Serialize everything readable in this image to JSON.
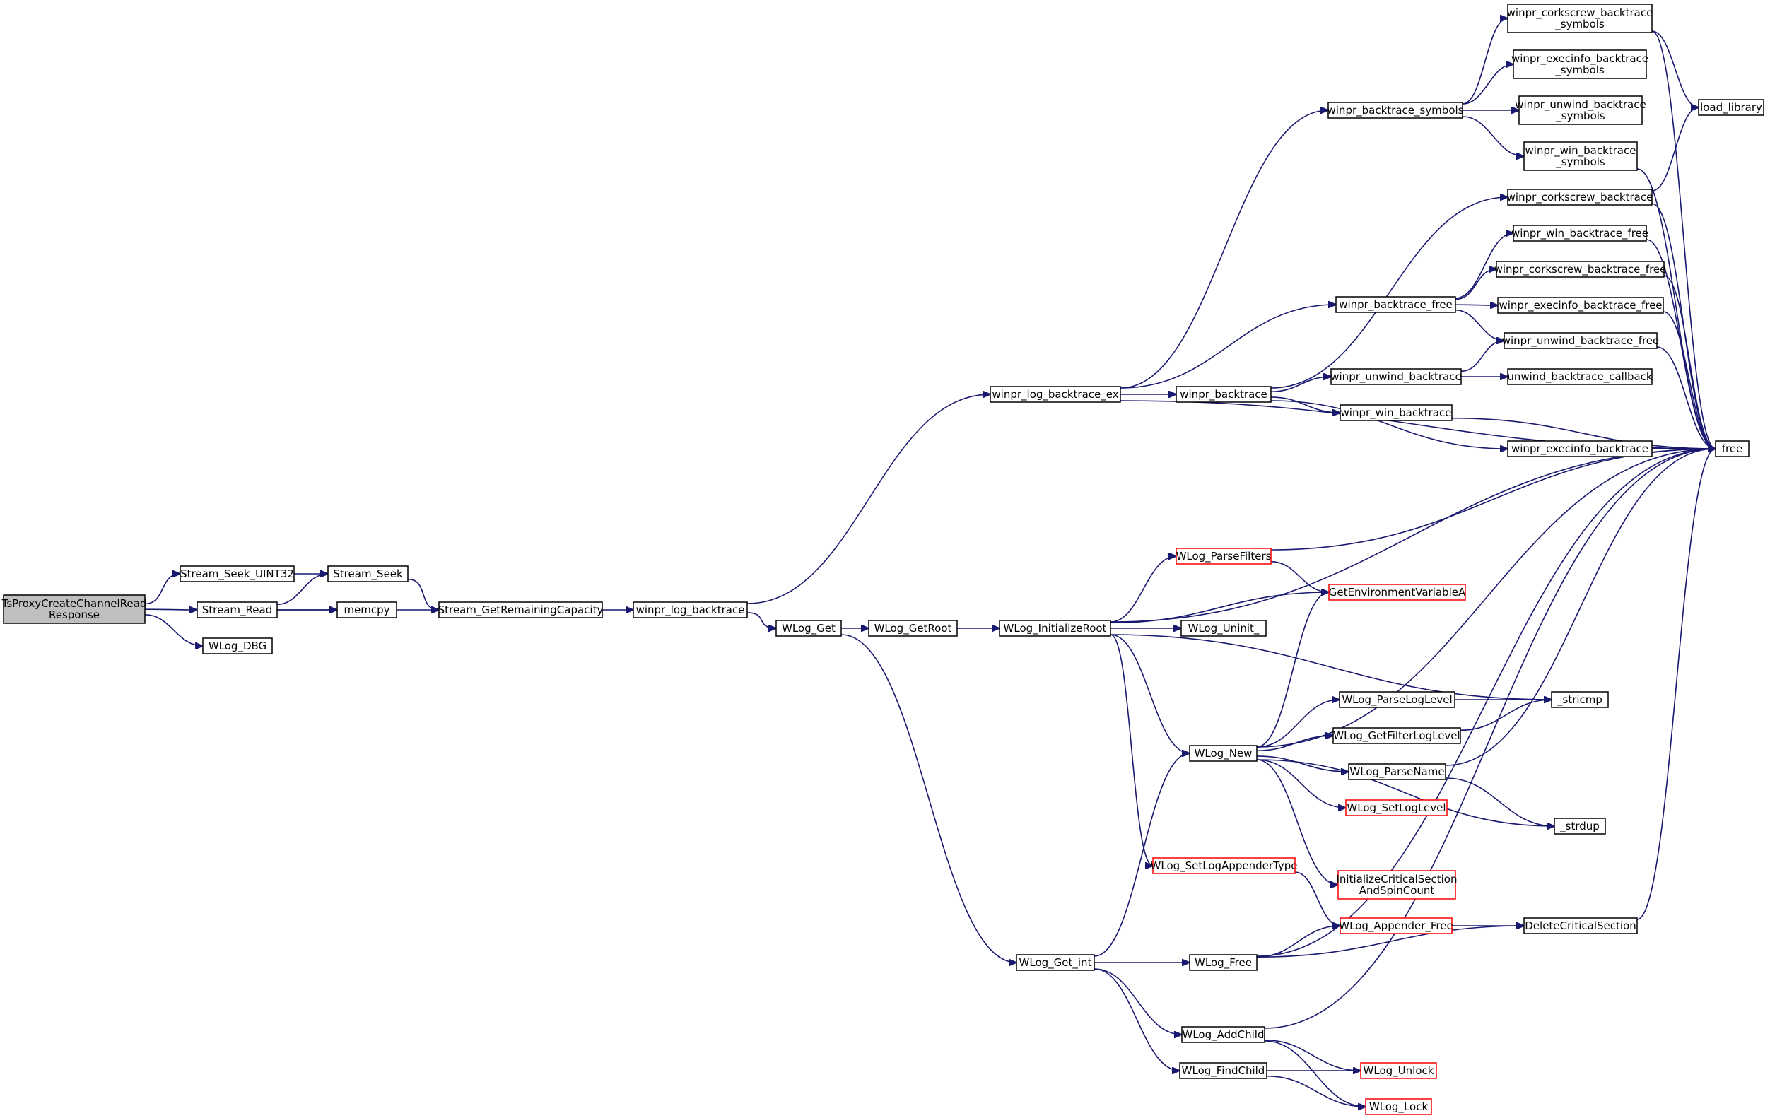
{
  "diagram": {
    "nodes": [
      {
        "id": "root",
        "lines": [
          "TsProxyCreateChannelRead",
          "Response"
        ],
        "style": "root"
      },
      {
        "id": "stream_seek_uint32",
        "lines": [
          "Stream_Seek_UINT32"
        ],
        "style": "normal"
      },
      {
        "id": "stream_read",
        "lines": [
          "Stream_Read"
        ],
        "style": "normal"
      },
      {
        "id": "wlog_dbg",
        "lines": [
          "WLog_DBG"
        ],
        "style": "normal"
      },
      {
        "id": "stream_seek",
        "lines": [
          "Stream_Seek"
        ],
        "style": "normal"
      },
      {
        "id": "memcpy",
        "lines": [
          "memcpy"
        ],
        "style": "normal"
      },
      {
        "id": "stream_getremaining",
        "lines": [
          "Stream_GetRemainingCapacity"
        ],
        "style": "normal"
      },
      {
        "id": "winpr_log_backtrace",
        "lines": [
          "winpr_log_backtrace"
        ],
        "style": "normal"
      },
      {
        "id": "wlog_get",
        "lines": [
          "WLog_Get"
        ],
        "style": "normal"
      },
      {
        "id": "winpr_log_backtrace_ex",
        "lines": [
          "winpr_log_backtrace_ex"
        ],
        "style": "normal"
      },
      {
        "id": "wlog_getroot",
        "lines": [
          "WLog_GetRoot"
        ],
        "style": "normal"
      },
      {
        "id": "wlog_get_int",
        "lines": [
          "WLog_Get_int"
        ],
        "style": "normal"
      },
      {
        "id": "winpr_backtrace_symbols",
        "lines": [
          "winpr_backtrace_symbols"
        ],
        "style": "normal"
      },
      {
        "id": "winpr_backtrace",
        "lines": [
          "winpr_backtrace"
        ],
        "style": "normal"
      },
      {
        "id": "wlog_initializeroot",
        "lines": [
          "WLog_InitializeRoot"
        ],
        "style": "normal"
      },
      {
        "id": "winpr_corkscrew_backtrace_symbols",
        "lines": [
          "winpr_corkscrew_backtrace",
          "_symbols"
        ],
        "style": "normal"
      },
      {
        "id": "winpr_execinfo_backtrace_symbols",
        "lines": [
          "winpr_execinfo_backtrace",
          "_symbols"
        ],
        "style": "normal"
      },
      {
        "id": "winpr_unwind_backtrace_symbols",
        "lines": [
          "winpr_unwind_backtrace",
          "_symbols"
        ],
        "style": "normal"
      },
      {
        "id": "winpr_win_backtrace_symbols",
        "lines": [
          "winpr_win_backtrace",
          "_symbols"
        ],
        "style": "normal"
      },
      {
        "id": "winpr_corkscrew_backtrace",
        "lines": [
          "winpr_corkscrew_backtrace"
        ],
        "style": "normal"
      },
      {
        "id": "winpr_backtrace_free",
        "lines": [
          "winpr_backtrace_free"
        ],
        "style": "normal"
      },
      {
        "id": "winpr_win_backtrace_free",
        "lines": [
          "winpr_win_backtrace_free"
        ],
        "style": "normal"
      },
      {
        "id": "winpr_corkscrew_backtrace_free",
        "lines": [
          "winpr_corkscrew_backtrace_free"
        ],
        "style": "normal"
      },
      {
        "id": "winpr_execinfo_backtrace_free",
        "lines": [
          "winpr_execinfo_backtrace_free"
        ],
        "style": "normal"
      },
      {
        "id": "winpr_unwind_backtrace_free",
        "lines": [
          "winpr_unwind_backtrace_free"
        ],
        "style": "normal"
      },
      {
        "id": "winpr_unwind_backtrace",
        "lines": [
          "winpr_unwind_backtrace"
        ],
        "style": "normal"
      },
      {
        "id": "unwind_backtrace_callback",
        "lines": [
          "unwind_backtrace_callback"
        ],
        "style": "normal"
      },
      {
        "id": "winpr_win_backtrace",
        "lines": [
          "winpr_win_backtrace"
        ],
        "style": "normal"
      },
      {
        "id": "winpr_execinfo_backtrace",
        "lines": [
          "winpr_execinfo_backtrace"
        ],
        "style": "normal"
      },
      {
        "id": "load_library",
        "lines": [
          "load_library"
        ],
        "style": "normal"
      },
      {
        "id": "free",
        "lines": [
          "free"
        ],
        "style": "normal"
      },
      {
        "id": "wlog_parsefilters",
        "lines": [
          "WLog_ParseFilters"
        ],
        "style": "red"
      },
      {
        "id": "getenvironmentvariablea",
        "lines": [
          "GetEnvironmentVariableA"
        ],
        "style": "red"
      },
      {
        "id": "wlog_uninit",
        "lines": [
          "WLog_Uninit_"
        ],
        "style": "normal"
      },
      {
        "id": "wlog_new",
        "lines": [
          "WLog_New"
        ],
        "style": "normal"
      },
      {
        "id": "wlog_setlogappendertype",
        "lines": [
          "WLog_SetLogAppenderType"
        ],
        "style": "red"
      },
      {
        "id": "wlog_parseloglevel",
        "lines": [
          "WLog_ParseLogLevel"
        ],
        "style": "normal"
      },
      {
        "id": "wlog_getfilterloglevel",
        "lines": [
          "WLog_GetFilterLogLevel"
        ],
        "style": "normal"
      },
      {
        "id": "wlog_parsename",
        "lines": [
          "WLog_ParseName"
        ],
        "style": "normal"
      },
      {
        "id": "wlog_setloglevel",
        "lines": [
          "WLog_SetLogLevel"
        ],
        "style": "red"
      },
      {
        "id": "initializecriticalsection",
        "lines": [
          "InitializeCriticalSection",
          "AndSpinCount"
        ],
        "style": "red"
      },
      {
        "id": "stricmp",
        "lines": [
          "_stricmp"
        ],
        "style": "normal"
      },
      {
        "id": "strdup",
        "lines": [
          "_strdup"
        ],
        "style": "normal"
      },
      {
        "id": "wlog_appender_free",
        "lines": [
          "WLog_Appender_Free"
        ],
        "style": "red"
      },
      {
        "id": "deletecriticalsection",
        "lines": [
          "DeleteCriticalSection"
        ],
        "style": "normal"
      },
      {
        "id": "wlog_free",
        "lines": [
          "WLog_Free"
        ],
        "style": "normal"
      },
      {
        "id": "wlog_addchild",
        "lines": [
          "WLog_AddChild"
        ],
        "style": "normal"
      },
      {
        "id": "wlog_findchild",
        "lines": [
          "WLog_FindChild"
        ],
        "style": "normal"
      },
      {
        "id": "wlog_unlock",
        "lines": [
          "WLog_Unlock"
        ],
        "style": "red"
      },
      {
        "id": "wlog_lock",
        "lines": [
          "WLog_Lock"
        ],
        "style": "red"
      }
    ],
    "edges": [
      [
        "root",
        "stream_seek_uint32"
      ],
      [
        "root",
        "stream_read"
      ],
      [
        "root",
        "wlog_dbg"
      ],
      [
        "stream_seek_uint32",
        "stream_seek"
      ],
      [
        "stream_read",
        "stream_seek"
      ],
      [
        "stream_read",
        "memcpy"
      ],
      [
        "stream_read",
        "stream_getremaining"
      ],
      [
        "stream_seek",
        "stream_getremaining"
      ],
      [
        "stream_getremaining",
        "winpr_log_backtrace"
      ],
      [
        "winpr_log_backtrace",
        "winpr_log_backtrace_ex"
      ],
      [
        "winpr_log_backtrace",
        "wlog_get"
      ],
      [
        "wlog_get",
        "wlog_getroot"
      ],
      [
        "wlog_get",
        "wlog_get_int"
      ],
      [
        "wlog_getroot",
        "wlog_initializeroot"
      ],
      [
        "winpr_log_backtrace_ex",
        "winpr_backtrace_symbols"
      ],
      [
        "winpr_log_backtrace_ex",
        "winpr_backtrace_free"
      ],
      [
        "winpr_log_backtrace_ex",
        "winpr_backtrace"
      ],
      [
        "winpr_log_backtrace_ex",
        "free"
      ],
      [
        "winpr_backtrace_symbols",
        "winpr_corkscrew_backtrace_symbols"
      ],
      [
        "winpr_backtrace_symbols",
        "winpr_execinfo_backtrace_symbols"
      ],
      [
        "winpr_backtrace_symbols",
        "winpr_unwind_backtrace_symbols"
      ],
      [
        "winpr_backtrace_symbols",
        "winpr_win_backtrace_symbols"
      ],
      [
        "winpr_corkscrew_backtrace_symbols",
        "load_library"
      ],
      [
        "winpr_corkscrew_backtrace_symbols",
        "free"
      ],
      [
        "winpr_win_backtrace_symbols",
        "free"
      ],
      [
        "winpr_backtrace",
        "winpr_corkscrew_backtrace"
      ],
      [
        "winpr_backtrace",
        "winpr_unwind_backtrace"
      ],
      [
        "winpr_backtrace",
        "winpr_win_backtrace"
      ],
      [
        "winpr_backtrace",
        "winpr_execinfo_backtrace"
      ],
      [
        "winpr_corkscrew_backtrace",
        "load_library"
      ],
      [
        "winpr_corkscrew_backtrace",
        "free"
      ],
      [
        "winpr_backtrace_free",
        "winpr_win_backtrace_free"
      ],
      [
        "winpr_backtrace_free",
        "winpr_corkscrew_backtrace_free"
      ],
      [
        "winpr_backtrace_free",
        "winpr_execinfo_backtrace_free"
      ],
      [
        "winpr_backtrace_free",
        "winpr_unwind_backtrace_free"
      ],
      [
        "winpr_win_backtrace_free",
        "free"
      ],
      [
        "winpr_corkscrew_backtrace_free",
        "free"
      ],
      [
        "winpr_execinfo_backtrace_free",
        "free"
      ],
      [
        "winpr_unwind_backtrace_free",
        "free"
      ],
      [
        "winpr_unwind_backtrace",
        "winpr_unwind_backtrace_free"
      ],
      [
        "winpr_unwind_backtrace",
        "unwind_backtrace_callback"
      ],
      [
        "winpr_win_backtrace",
        "free"
      ],
      [
        "winpr_execinfo_backtrace",
        "free"
      ],
      [
        "wlog_initializeroot",
        "free"
      ],
      [
        "wlog_initializeroot",
        "wlog_parsefilters"
      ],
      [
        "wlog_initializeroot",
        "getenvironmentvariablea"
      ],
      [
        "wlog_initializeroot",
        "wlog_uninit"
      ],
      [
        "wlog_initializeroot",
        "stricmp"
      ],
      [
        "wlog_initializeroot",
        "wlog_new"
      ],
      [
        "wlog_initializeroot",
        "wlog_setlogappendertype"
      ],
      [
        "wlog_parsefilters",
        "free"
      ],
      [
        "wlog_parsefilters",
        "getenvironmentvariablea"
      ],
      [
        "wlog_new",
        "getenvironmentvariablea"
      ],
      [
        "wlog_new",
        "free"
      ],
      [
        "wlog_new",
        "wlog_parseloglevel"
      ],
      [
        "wlog_new",
        "wlog_getfilterloglevel"
      ],
      [
        "wlog_new",
        "wlog_parsename"
      ],
      [
        "wlog_new",
        "wlog_setloglevel"
      ],
      [
        "wlog_new",
        "initializecriticalsection"
      ],
      [
        "wlog_new",
        "strdup"
      ],
      [
        "wlog_parseloglevel",
        "stricmp"
      ],
      [
        "wlog_getfilterloglevel",
        "stricmp"
      ],
      [
        "wlog_parsename",
        "free"
      ],
      [
        "wlog_parsename",
        "strdup"
      ],
      [
        "wlog_setlogappendertype",
        "wlog_appender_free"
      ],
      [
        "wlog_appender_free",
        "deletecriticalsection"
      ],
      [
        "deletecriticalsection",
        "free"
      ],
      [
        "wlog_get_int",
        "wlog_new"
      ],
      [
        "wlog_get_int",
        "wlog_free"
      ],
      [
        "wlog_get_int",
        "wlog_addchild"
      ],
      [
        "wlog_get_int",
        "wlog_findchild"
      ],
      [
        "wlog_free",
        "wlog_appender_free"
      ],
      [
        "wlog_free",
        "deletecriticalsection"
      ],
      [
        "wlog_free",
        "free"
      ],
      [
        "wlog_addchild",
        "free"
      ],
      [
        "wlog_addchild",
        "wlog_unlock"
      ],
      [
        "wlog_addchild",
        "wlog_lock"
      ],
      [
        "wlog_findchild",
        "wlog_unlock"
      ],
      [
        "wlog_findchild",
        "wlog_lock"
      ]
    ],
    "colors": {
      "edge": "#191970",
      "border_normal": "#000000",
      "border_red": "#ff0000",
      "root_fill": "#bfbfbf",
      "node_fill": "#ffffff",
      "text": "#000000"
    }
  }
}
